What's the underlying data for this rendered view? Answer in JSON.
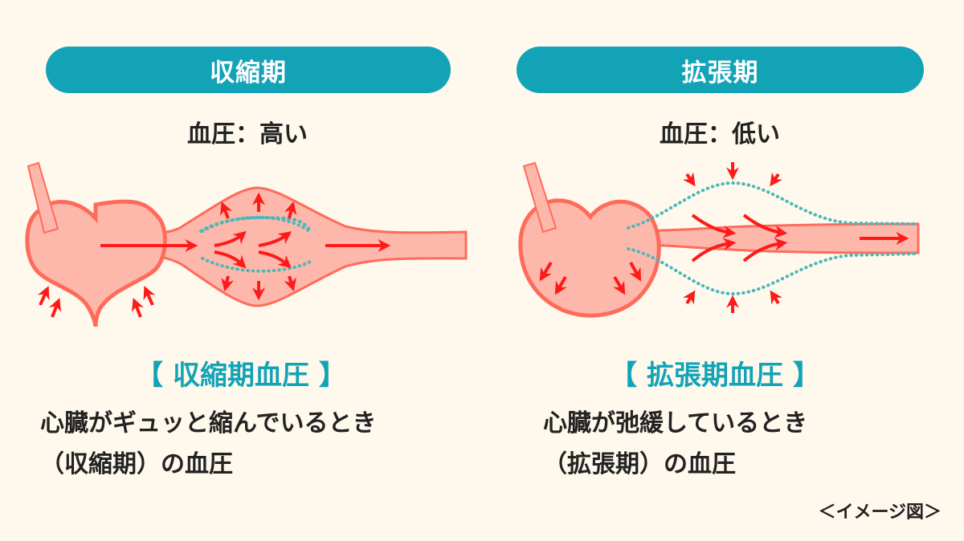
{
  "left": {
    "header": "収縮期",
    "pressure": "血圧：高い",
    "subtitle": "【 収縮期血圧 】",
    "description": [
      "心臓がギュッと縮んでいるとき",
      "（収縮期）の血圧"
    ]
  },
  "right": {
    "header": "拡張期",
    "pressure": "血圧：低い",
    "subtitle": "【 拡張期血圧 】",
    "description": [
      "心臓が弛緩しているとき",
      "（拡張期）の血圧"
    ]
  },
  "note": "＜イメージ図＞",
  "colors": {
    "background": "#fef9ec",
    "accent": "#12a3b7",
    "heart_fill": "#fdb8ab",
    "heart_stroke": "#ff6b5b",
    "arrow": "#ff1a1a",
    "dots": "#4cb8b8"
  }
}
